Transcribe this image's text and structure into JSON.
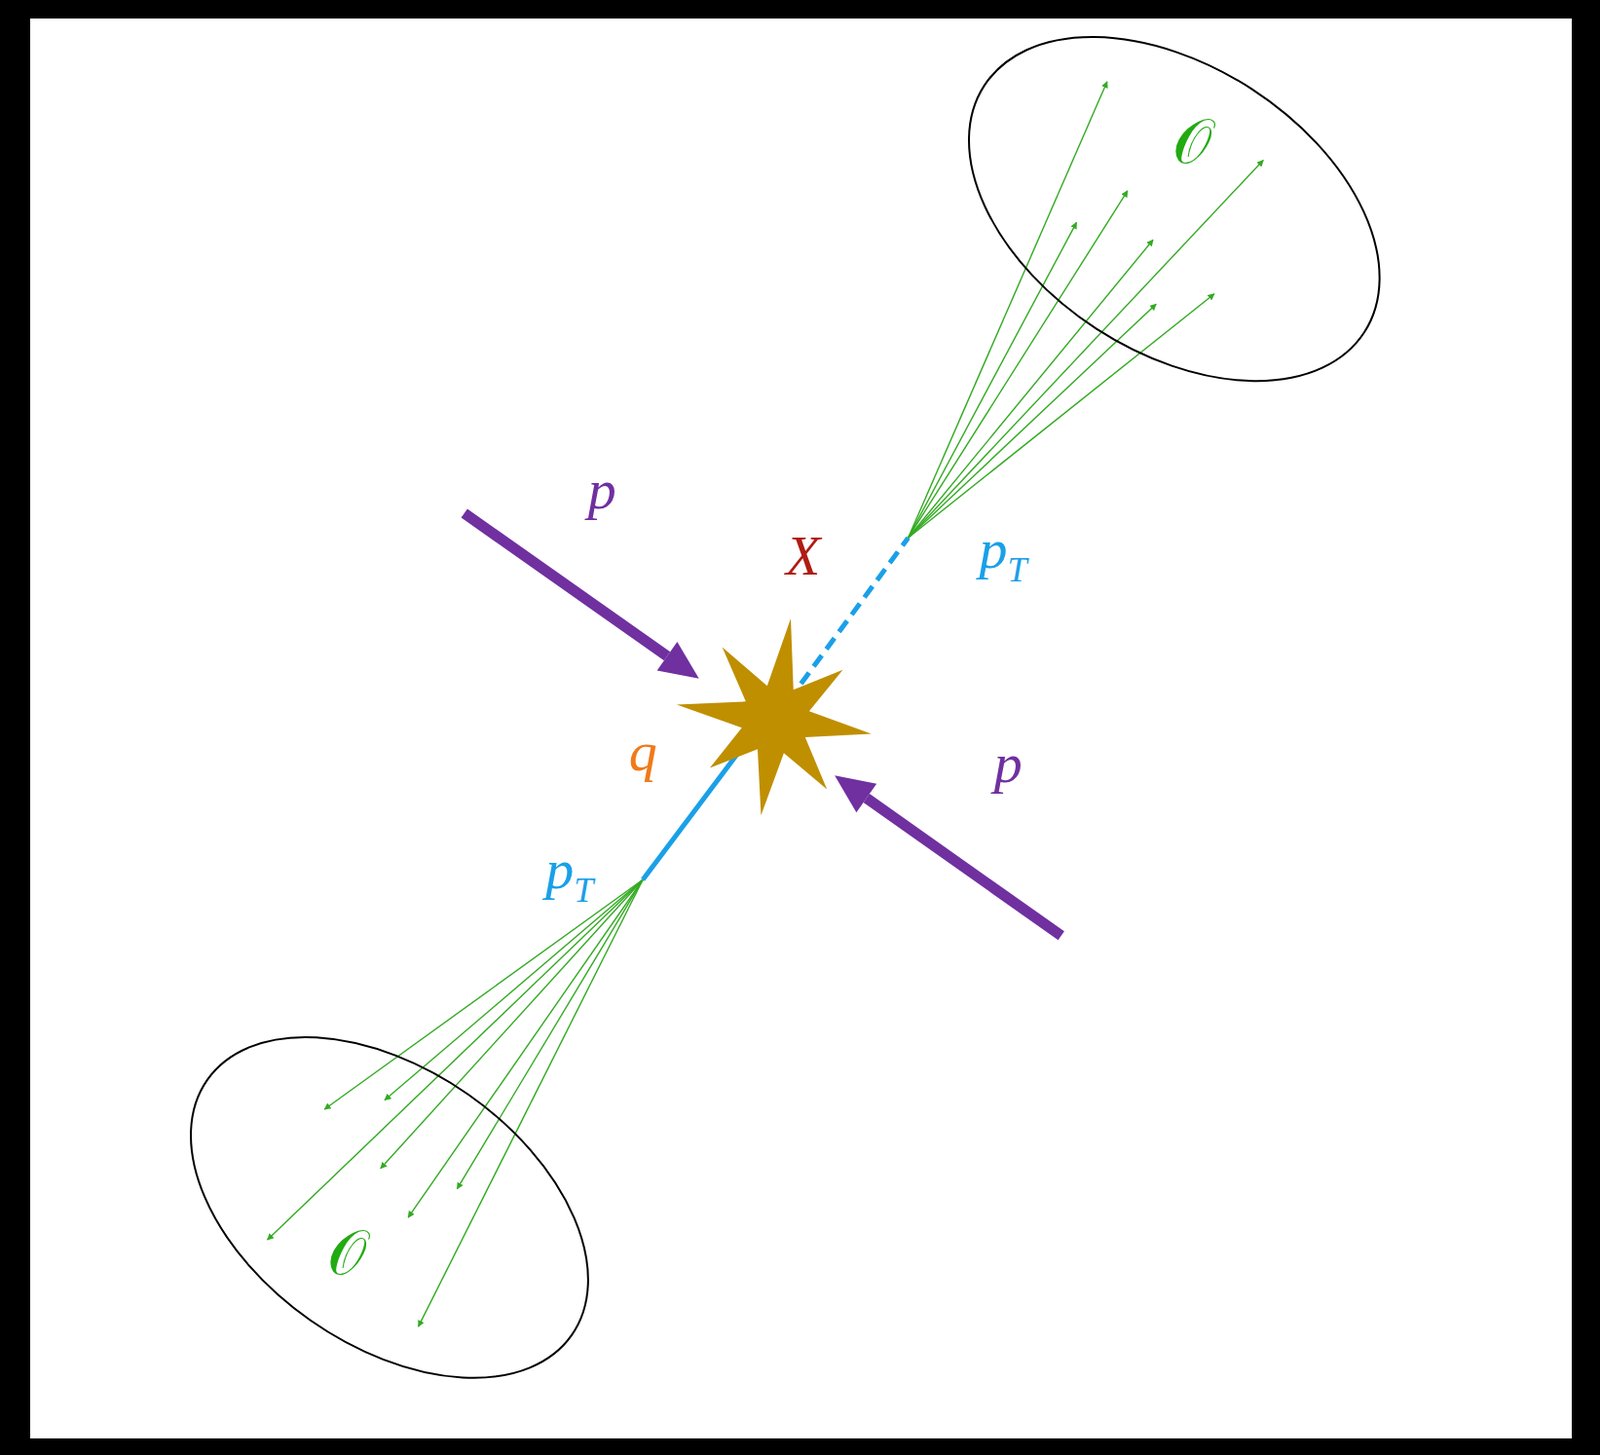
{
  "diagram": {
    "nodes": [
      {
        "text": [
          "𝒪"
        ]
      },
      {
        "text": [
          "𝒪"
        ]
      }
    ],
    "labels": [
      "p",
      "X",
      "pT",
      "q",
      "pT",
      "p"
    ]
  }
}
